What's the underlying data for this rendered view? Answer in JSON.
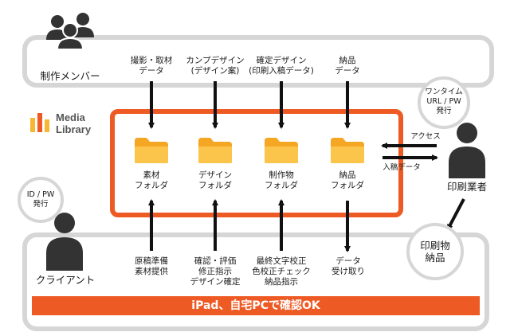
{
  "roles": {
    "creators": "制作メンバー",
    "client": "クライアント",
    "printer": "印刷業者"
  },
  "brand": {
    "line1": "Media",
    "line2": "Library"
  },
  "inputs": [
    {
      "text": "撮影・取材\nデータ"
    },
    {
      "text": "カンプデザイン\n(デザイン案)"
    },
    {
      "text": "確定デザイン\n(印刷入稿データ)"
    },
    {
      "text": "納品\nデータ"
    }
  ],
  "folders": [
    {
      "label": "素材\nフォルダ"
    },
    {
      "label": "デザイン\nフォルダ"
    },
    {
      "label": "制作物\nフォルダ"
    },
    {
      "label": "納品\nフォルダ"
    }
  ],
  "client_actions": [
    {
      "text": "原稿準備\n素材提供"
    },
    {
      "text": "確認・評価\n修正指示\nデザイン確定"
    },
    {
      "text": "最終文字校正\n色校正チェック\n納品指示"
    },
    {
      "text": "データ\n受け取り"
    }
  ],
  "notes": {
    "client_id": "ID / PW\n発行",
    "printer_url": "ワンタイム\nURL / PW\n発行",
    "access": "アクセス",
    "submit": "入稿データ",
    "delivery": "印刷物\n納品"
  },
  "banner": "iPad、自宅PCで確認OK",
  "colors": {
    "accent": "#ee5a24",
    "frame": "#d6d6d6",
    "folder": "#f7b733",
    "person": "#333333"
  }
}
